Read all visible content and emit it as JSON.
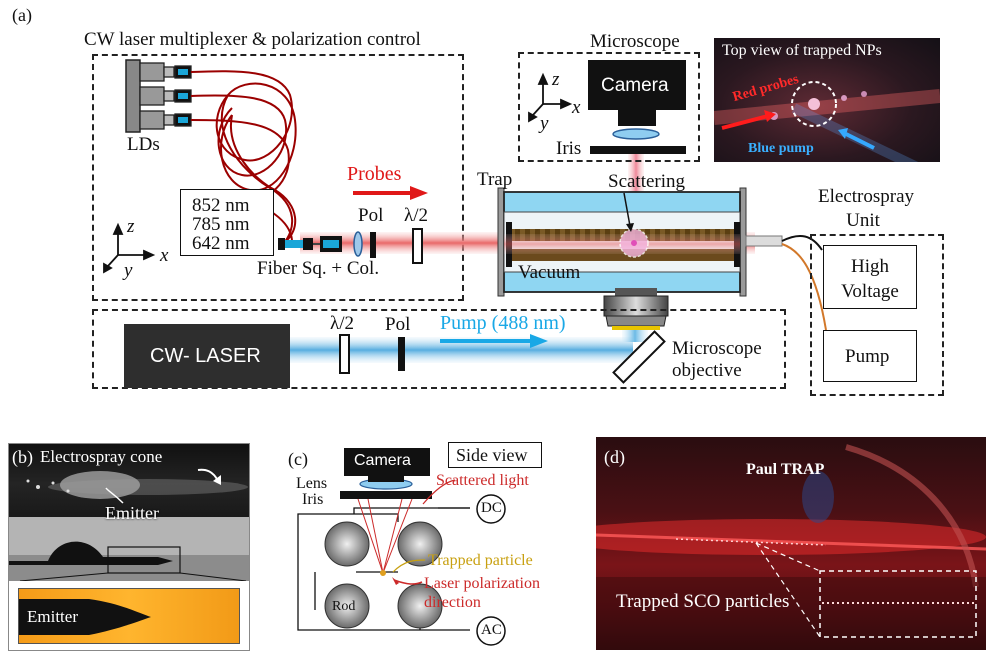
{
  "panel_a": {
    "tag": "(a)",
    "multiplexer_title": "CW laser multiplexer & polarization control",
    "lds": "LDs",
    "wavelengths": [
      "852 nm",
      "785 nm",
      "642 nm"
    ],
    "fiber": "Fiber Sq. + Col.",
    "axis_z": "z",
    "axis_x": "x",
    "axis_y": "y",
    "probes": "Probes",
    "pol": "Pol",
    "half_wave": "λ/2",
    "trap": "Trap",
    "vacuum": "Vacuum",
    "scattering": "Scattering",
    "microscope": "Microscope",
    "camera": "Camera",
    "iris": "Iris",
    "top_view_title": "Top view of trapped NPs",
    "red_probes": "Red probes",
    "blue_pump": "Blue pump",
    "electrospray_unit": "Electrospray Unit",
    "high_voltage": "High Voltage",
    "pump_box": "Pump",
    "cw_laser": "CW- LASER",
    "pump_label": "Pump (488 nm)",
    "microscope_objective": "Microscope objective"
  },
  "panel_b": {
    "tag": "(b)",
    "electrospray_cone": "Electrospray cone",
    "emitter": "Emitter",
    "emitter_zoom": "Emitter"
  },
  "panel_c": {
    "tag": "(c)",
    "side_view": "Side view",
    "camera": "Camera",
    "lens": "Lens",
    "iris": "Iris",
    "scattered_light": "Scattered light",
    "dc": "DC",
    "ac": "AC",
    "rod": "Rod",
    "trapped_particle": "Trapped particle",
    "laser_polarization": "Laser polarization direction"
  },
  "panel_d": {
    "tag": "(d)",
    "paul_trap": "Paul TRAP",
    "trapped_sco": "Trapped SCO particles"
  },
  "colors": {
    "probe_red": "#e01818",
    "pump_blue": "#19a8e6",
    "fiber_red": "#a00000",
    "trap_cyan": "#8fd6f2",
    "rod_brown": "#6b4a1d"
  }
}
